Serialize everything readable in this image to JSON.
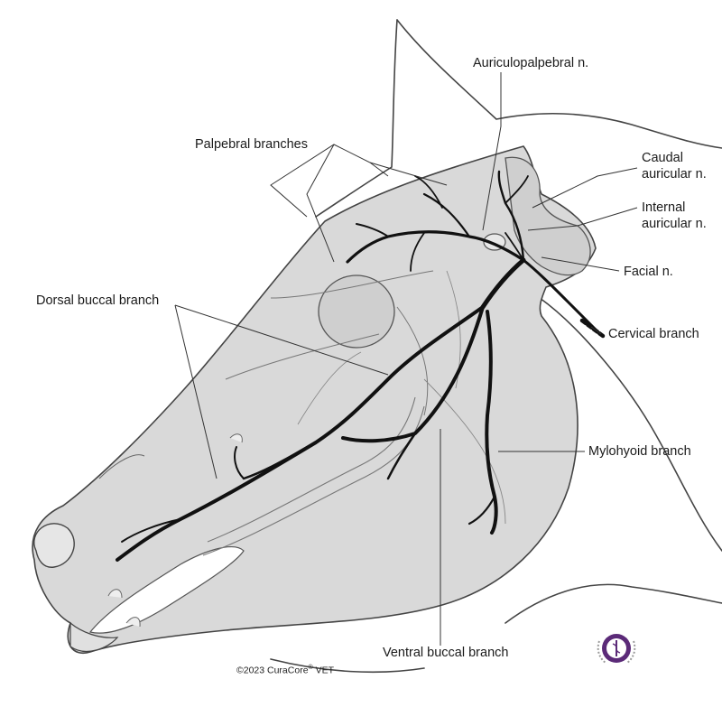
{
  "labels": {
    "auriculopalpebral": "Auriculopalpebral n.",
    "palpebral": "Palpebral branches",
    "caudal_auricular_1": "Caudal",
    "caudal_auricular_2": "auricular n.",
    "internal_auricular_1": "Internal",
    "internal_auricular_2": "auricular n.",
    "facial": "Facial n.",
    "dorsal_buccal": "Dorsal buccal branch",
    "cervical": "Cervical branch",
    "mylohyoid": "Mylohyoid branch",
    "ventral_buccal": "Ventral buccal branch"
  },
  "copyright": {
    "prefix": "©2023 CuraCore",
    "mark": "®",
    "suffix": " VET"
  },
  "colors": {
    "nerve": "#111111",
    "head_fill": "#d9d9d9",
    "outline": "#444444",
    "leader": "#333333",
    "logo": "#5b2a78"
  },
  "logo_icon": "caduceus-laurel-icon"
}
